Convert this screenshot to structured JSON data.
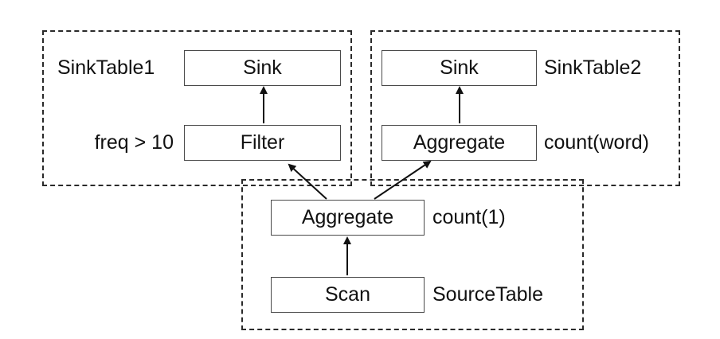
{
  "colors": {
    "stroke": "#4a4a4a",
    "dashed_border": "#2a2a2a",
    "text": "#111111",
    "background": "#ffffff"
  },
  "groups": {
    "sink1": {
      "sink_label": "Sink",
      "filter_label": "Filter",
      "table_name": "SinkTable1",
      "condition": "freq > 10"
    },
    "sink2": {
      "sink_label": "Sink",
      "aggregate_label": "Aggregate",
      "table_name": "SinkTable2",
      "expression": "count(word)"
    },
    "source": {
      "aggregate_label": "Aggregate",
      "scan_label": "Scan",
      "expression": "count(1)",
      "table_name": "SourceTable"
    }
  }
}
